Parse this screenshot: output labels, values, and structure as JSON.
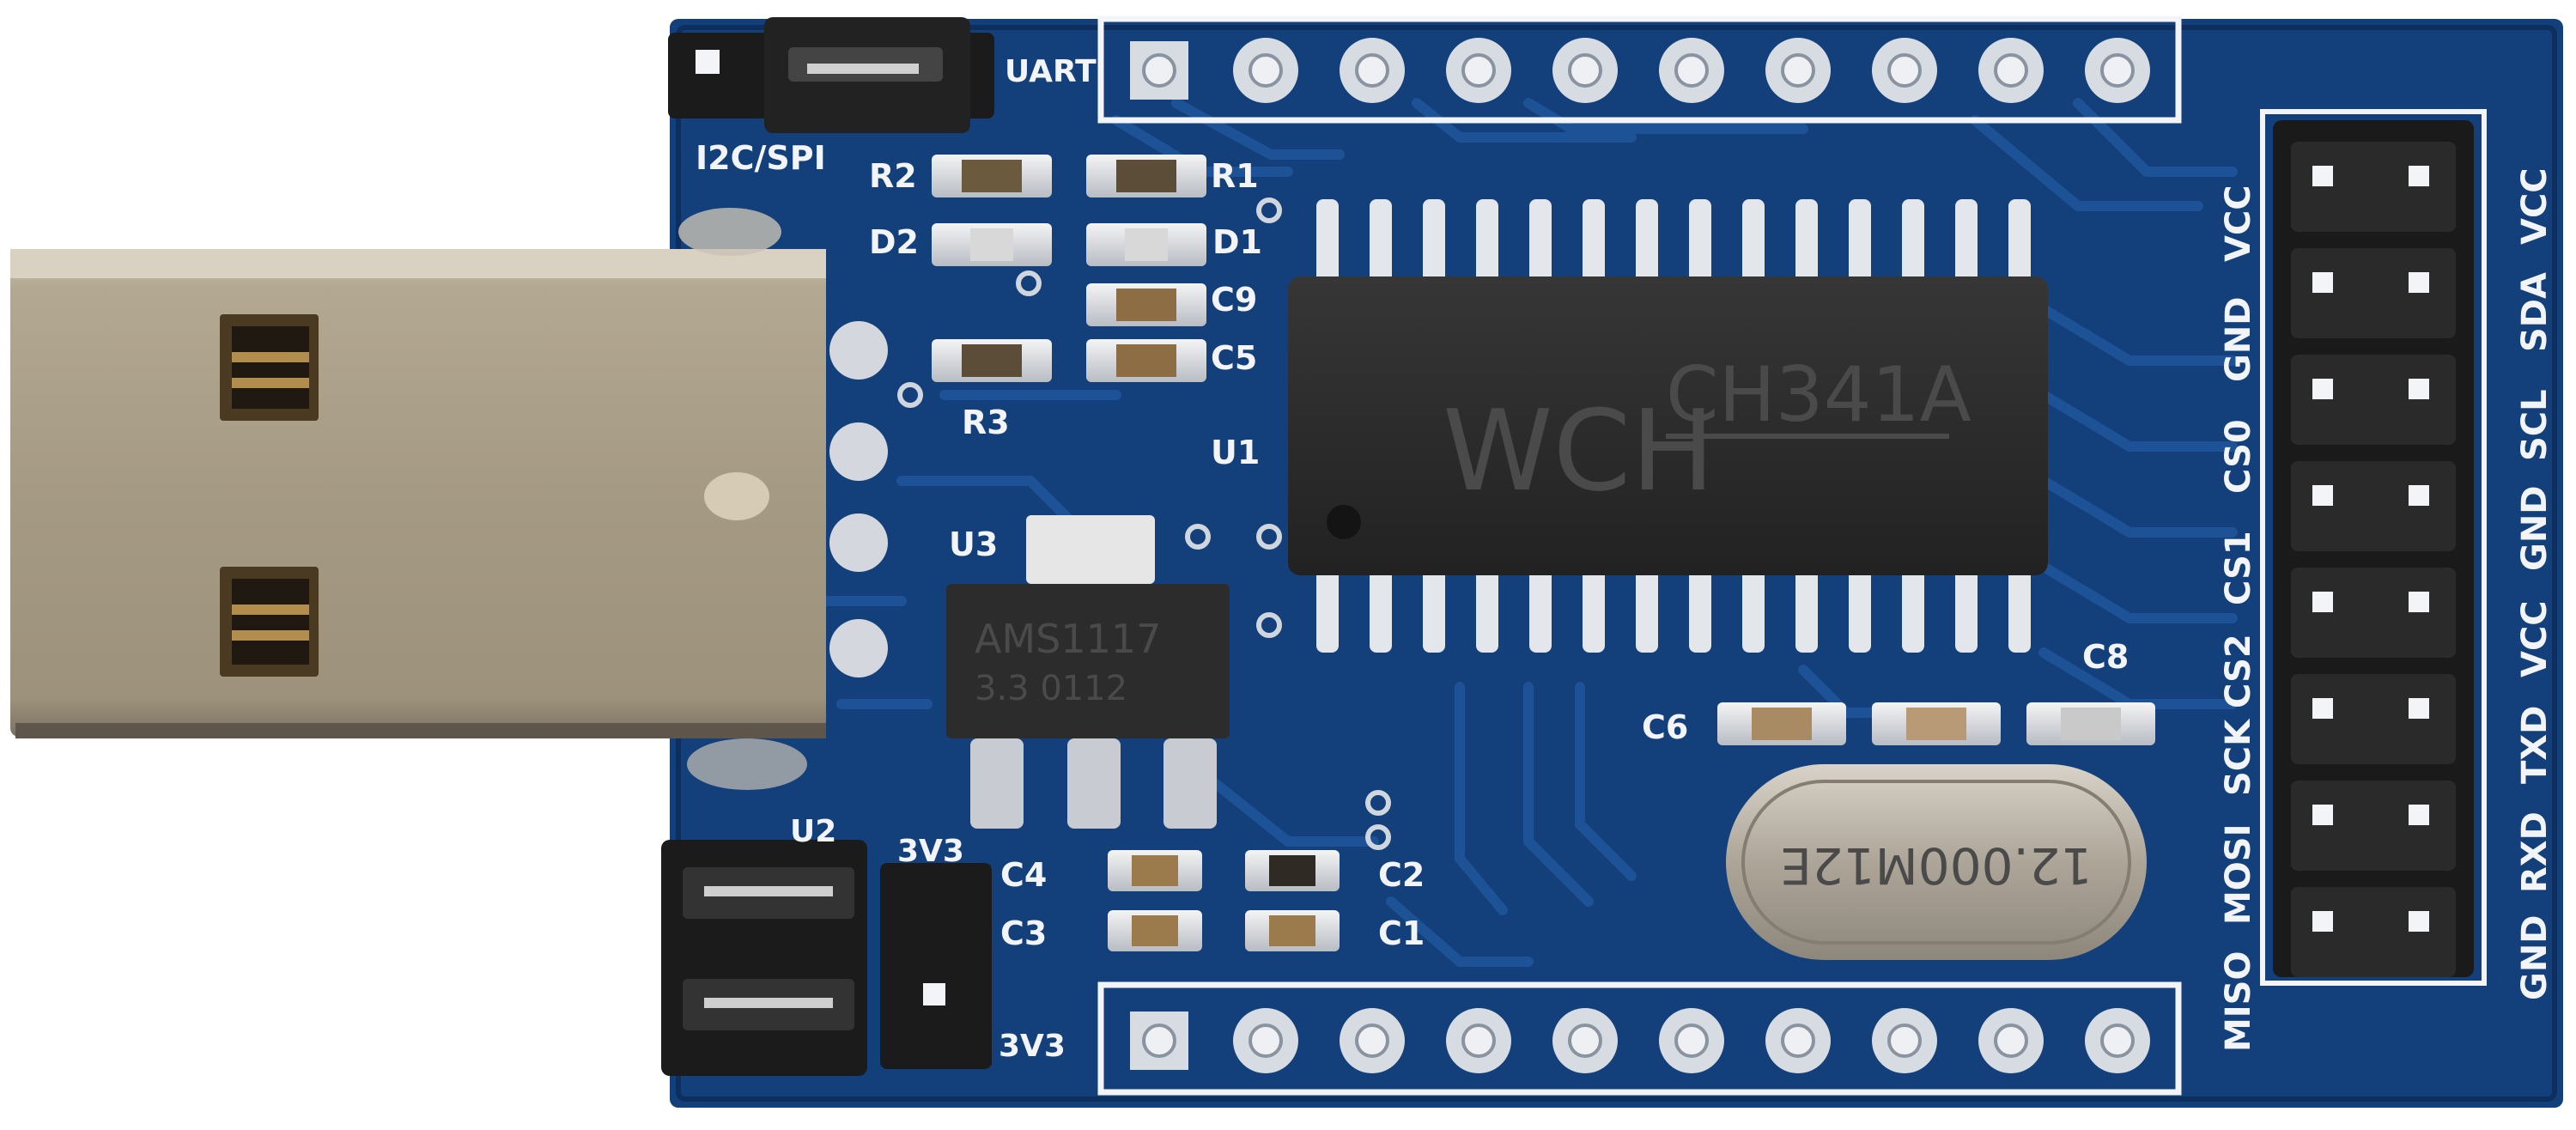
{
  "colors": {
    "pcb": "#13407a",
    "pcb_dark": "#0d2f5e",
    "trace": "#1d5296",
    "silkscreen": "#f2f4f8",
    "usb_metal": "#a89c86",
    "chip": "#2b2b2b",
    "header": "#1a1a1a",
    "crystal": "#b5aea3"
  },
  "jumpers": {
    "mode_left": "I2C/SPI",
    "mode_right": "UART",
    "voltage_top": "3V3",
    "voltage_bottom": "3V3",
    "voltage_hidden": "U2"
  },
  "components": {
    "main_chip": "U1",
    "main_chip_brand": "WCH",
    "main_chip_model": "CH341A",
    "regulator": "U3",
    "regulator_marking_1": "AMS1117",
    "regulator_marking_2": "3.3 0112",
    "crystal_marking": "12.000M12E",
    "r1": "R1",
    "r2": "R2",
    "r3": "R3",
    "d1": "D1",
    "d2": "D2",
    "c1": "C1",
    "c2": "C2",
    "c3": "C3",
    "c4": "C4",
    "c5": "C5",
    "c6": "C6",
    "c8": "C8",
    "c9": "C9"
  },
  "pin_labels_left": [
    "MISO",
    "MOSI",
    "SCK",
    "CS2",
    "CS1",
    "CS0",
    "GND",
    "VCC"
  ],
  "pin_labels_right": [
    "GND",
    "RXD",
    "TXD",
    "VCC",
    "GND",
    "SCL",
    "SDA",
    "VCC"
  ]
}
